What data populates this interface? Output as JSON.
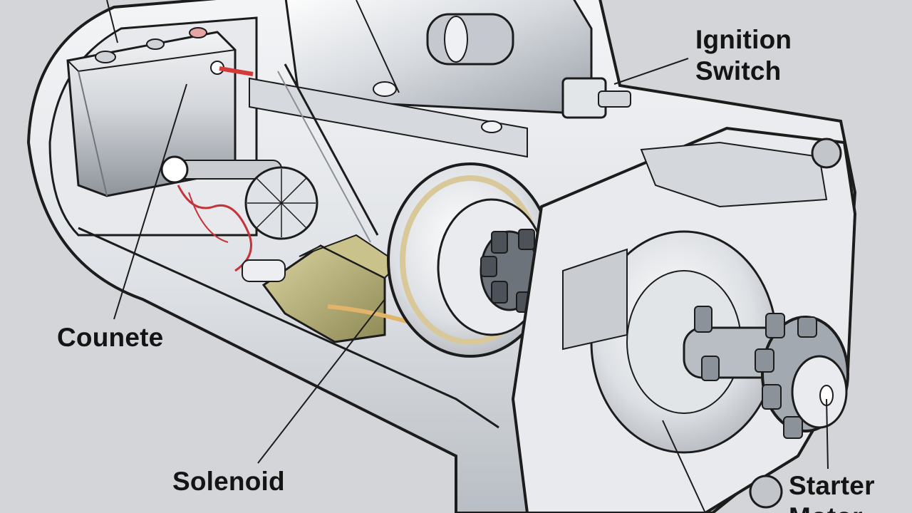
{
  "labels": {
    "ignition_switch": {
      "line1": "Ignition",
      "line2": "Switch"
    },
    "counete": "Counete",
    "solenoid": "Solenoid",
    "starter_motor": {
      "line1": "Starter",
      "line2": "Motor"
    }
  },
  "colors": {
    "background": "#d3d5d8",
    "housing_light": "#eef0f3",
    "housing_mid": "#cfd3d8",
    "housing_dark": "#9ba1a8",
    "outline": "#1c1c1c",
    "battery": "#c9ccd1",
    "battery_terminal_positive": "#d43a3a",
    "solenoid_core": "#b9b27a",
    "brass_ring": "#d8c89a",
    "wire_red": "#c4343a",
    "leader_line": "#1c1c1c"
  }
}
